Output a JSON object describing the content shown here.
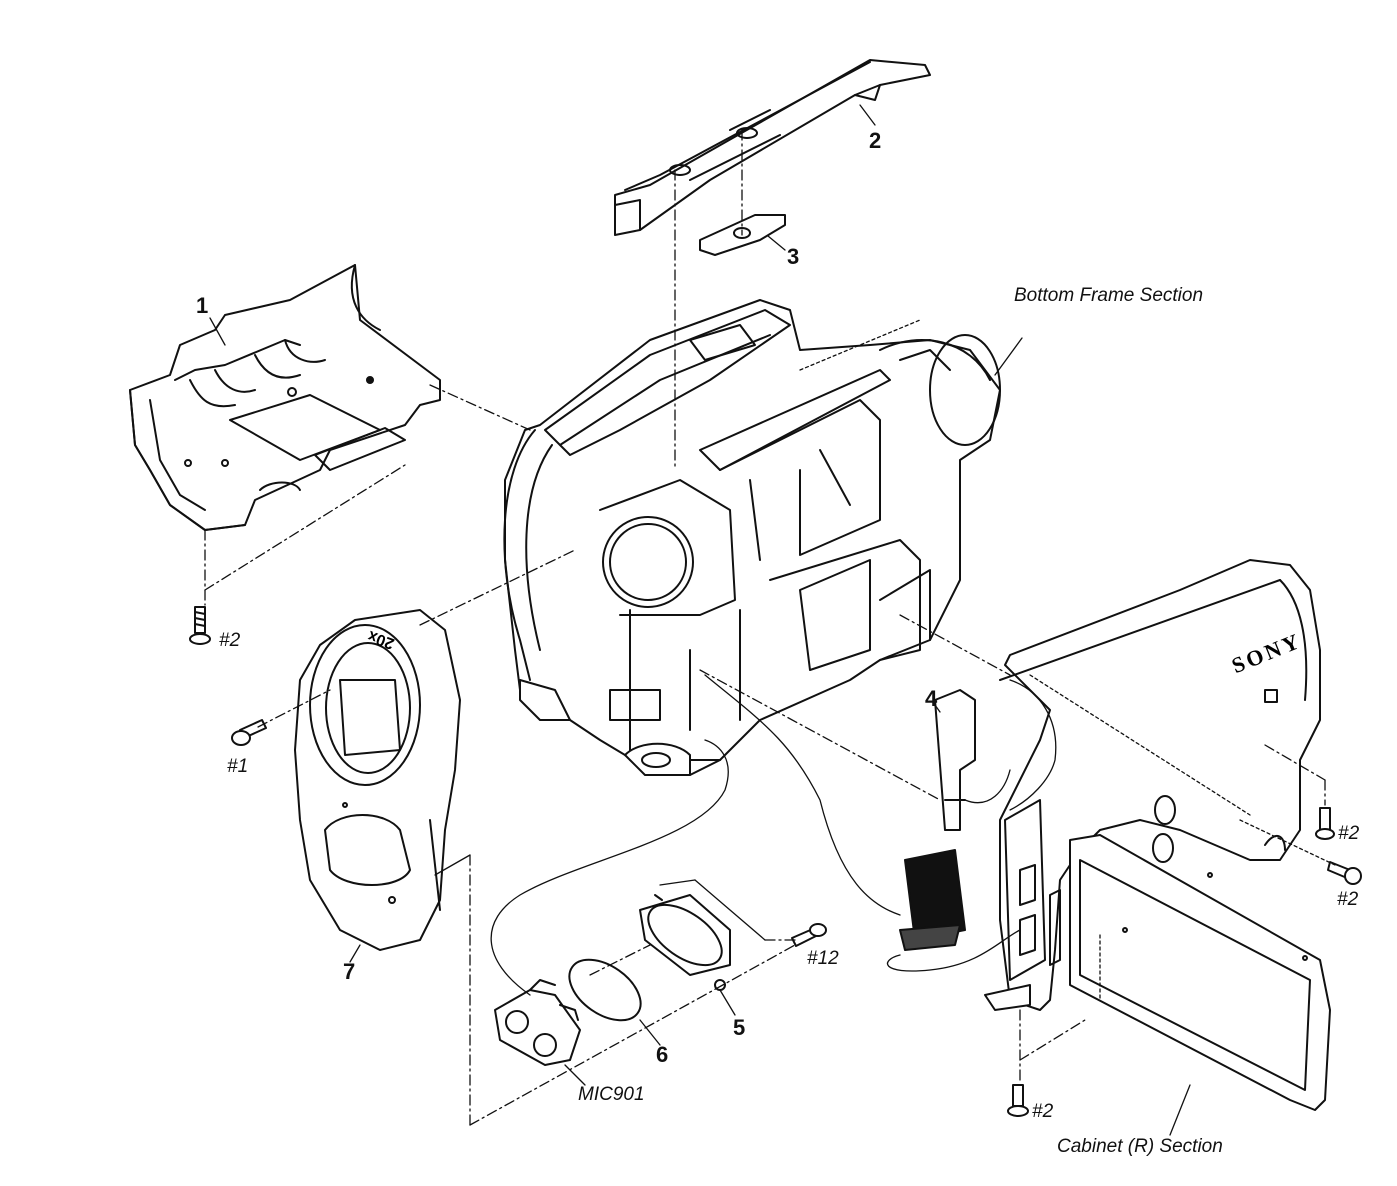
{
  "callouts": {
    "c1": "1",
    "c2": "2",
    "c3": "3",
    "c4": "4",
    "c5": "5",
    "c6": "6",
    "c7": "7"
  },
  "screws": {
    "s1": "#2",
    "s2": "#1",
    "s3": "#2",
    "s4": "#2",
    "s5": "#12",
    "s6": "#2"
  },
  "sections": {
    "bottom_frame": "Bottom Frame Section",
    "cabinet_r": "Cabinet (R) Section"
  },
  "part_labels": {
    "mic": "MIC901"
  },
  "markings": {
    "brand": "SONY",
    "zoom": "20x"
  },
  "colors": {
    "line": "#111111",
    "paper": "#ffffff"
  }
}
